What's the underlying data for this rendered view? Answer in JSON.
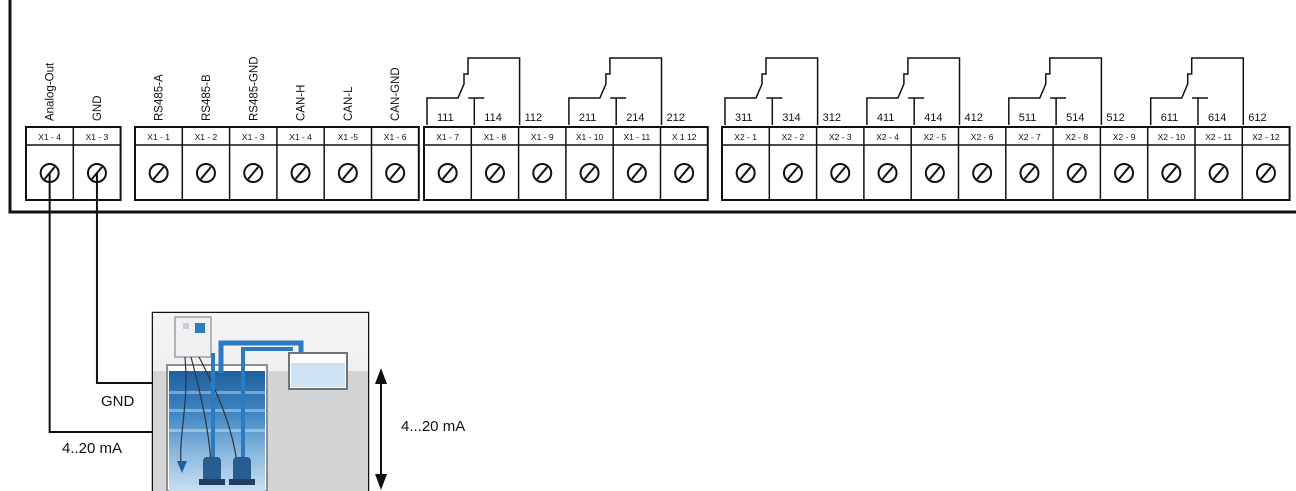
{
  "diagram": {
    "blocks": [
      {
        "name": "analog",
        "terminals": [
          {
            "id": "X1 - 4",
            "label": "Analog-Out"
          },
          {
            "id": "X1 - 3",
            "label": "GND"
          }
        ]
      },
      {
        "name": "bus",
        "terminals": [
          {
            "id": "X1 - 1",
            "label": "RS485-A"
          },
          {
            "id": "X1 - 2",
            "label": "RS485-B"
          },
          {
            "id": "X1 - 3",
            "label": "RS485-GND"
          },
          {
            "id": "X1 - 4",
            "label": "CAN-H"
          },
          {
            "id": "X1 -5",
            "label": "CAN-L"
          },
          {
            "id": "X1 - 6",
            "label": "CAN-GND"
          }
        ]
      },
      {
        "name": "relay-x1",
        "terminals": [
          {
            "id": "X1 - 7",
            "label": ""
          },
          {
            "id": "X1 - 8",
            "label": ""
          },
          {
            "id": "X1 - 9",
            "label": ""
          },
          {
            "id": "X1 - 10",
            "label": ""
          },
          {
            "id": "X1 - 11",
            "label": ""
          },
          {
            "id": "X 1 12",
            "label": ""
          }
        ]
      },
      {
        "name": "relay-x2",
        "terminals": [
          {
            "id": "X2 - 1",
            "label": ""
          },
          {
            "id": "X2 - 2",
            "label": ""
          },
          {
            "id": "X2 - 3",
            "label": ""
          },
          {
            "id": "X2 - 4",
            "label": ""
          },
          {
            "id": "X2 - 5",
            "label": ""
          },
          {
            "id": "X2 - 6",
            "label": ""
          },
          {
            "id": "X2 - 7",
            "label": ""
          },
          {
            "id": "X2 - 8",
            "label": ""
          },
          {
            "id": "X2 - 9",
            "label": ""
          },
          {
            "id": "X2 - 10",
            "label": ""
          },
          {
            "id": "X2 - 11",
            "label": ""
          },
          {
            "id": "X2 - 12",
            "label": ""
          }
        ]
      }
    ],
    "relays": [
      {
        "contacts": [
          "111",
          "114",
          "112"
        ]
      },
      {
        "contacts": [
          "211",
          "214",
          "212"
        ]
      },
      {
        "contacts": [
          "311",
          "314",
          "312"
        ]
      },
      {
        "contacts": [
          "411",
          "414",
          "412"
        ]
      },
      {
        "contacts": [
          "511",
          "514",
          "512"
        ]
      },
      {
        "contacts": [
          "611",
          "614",
          "612"
        ]
      }
    ],
    "wiring": {
      "gnd_label": "GND",
      "signal_label": "4..20 mA"
    },
    "level_range_label": "4...20 mA",
    "colors": {
      "line": "#111111",
      "water_dark": "#1f5f9e",
      "water_light": "#bcd8ee",
      "pipe": "#2c7bc0",
      "wall": "#d2d4d6"
    }
  }
}
